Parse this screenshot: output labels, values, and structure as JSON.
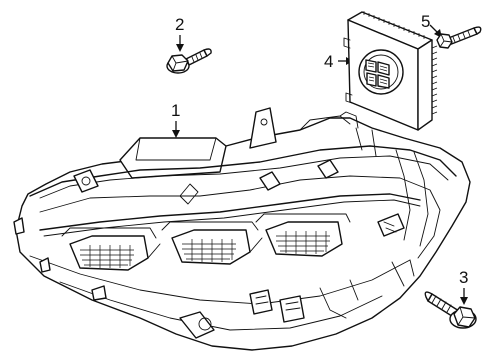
{
  "callouts": {
    "c1": "1",
    "c2": "2",
    "c3": "3",
    "c4": "4",
    "c5": "5"
  },
  "parts": {
    "headlamp": "headlamp-assembly",
    "bolt_top": "mounting-bolt",
    "bolt_bottom": "mounting-bolt",
    "module": "lighting-control-module",
    "screw": "module-screw"
  }
}
